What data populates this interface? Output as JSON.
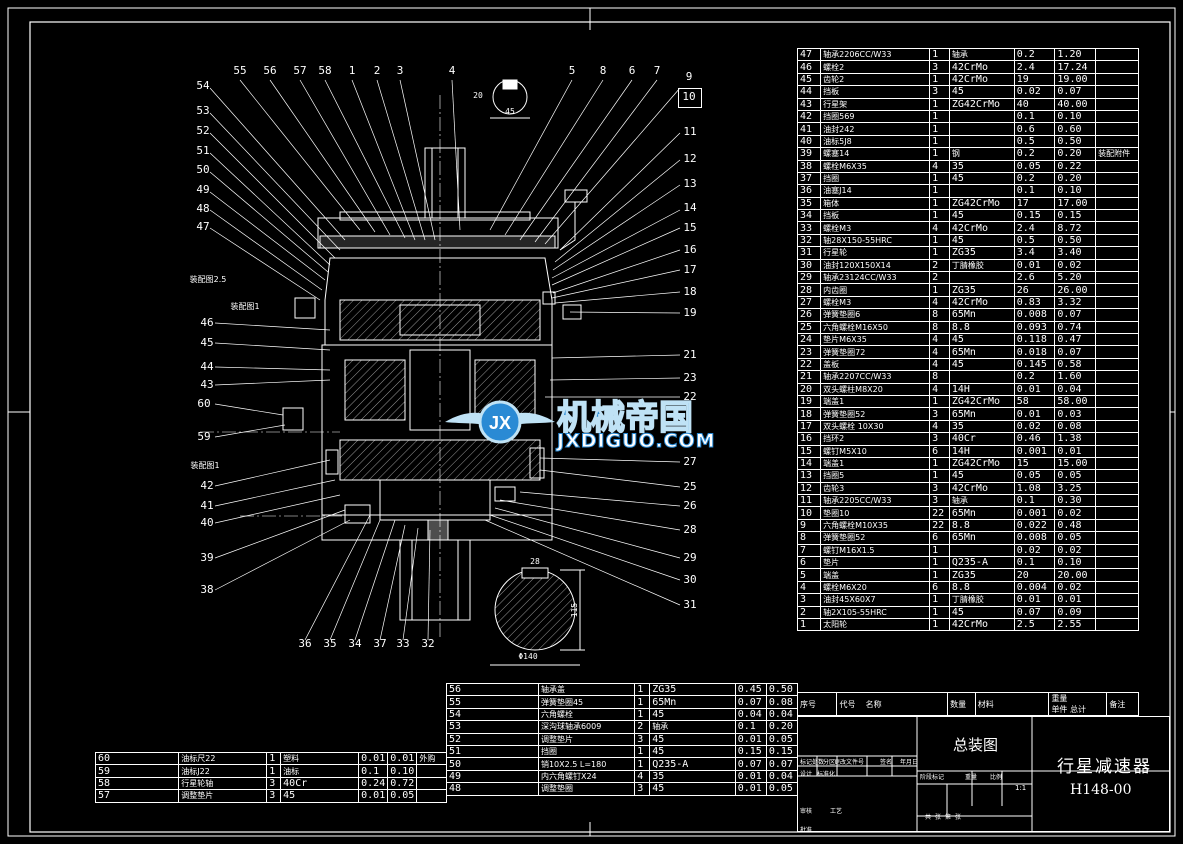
{
  "balloons_top": [
    "55",
    "56",
    "57",
    "58",
    "1",
    "2",
    "3",
    "4",
    "5",
    "8",
    "6",
    "7",
    "9",
    "10"
  ],
  "balloons_left": [
    "54",
    "53",
    "52",
    "51",
    "50",
    "49",
    "48",
    "47",
    "46",
    "45",
    "44",
    "43",
    "60",
    "59",
    "42",
    "41",
    "40",
    "39",
    "38"
  ],
  "balloons_right": [
    "11",
    "12",
    "13",
    "14",
    "15",
    "16",
    "17",
    "18",
    "19",
    "21",
    "23",
    "22",
    "27",
    "25",
    "26",
    "28",
    "29",
    "30",
    "31"
  ],
  "balloons_bottom": [
    "36",
    "35",
    "34",
    "37",
    "33",
    "32"
  ],
  "side_notes": [
    "装配图2.5",
    "装配图1",
    "装配图1"
  ],
  "dims": [
    "45",
    "20",
    "28",
    "115",
    "Φ140"
  ],
  "bom_main": [
    [
      "47",
      "轴承2206CC/W33",
      "1",
      "轴承",
      "0.2",
      "1.20",
      ""
    ],
    [
      "46",
      "螺栓2",
      "3",
      "42CrMo",
      "2.4",
      "17.24",
      ""
    ],
    [
      "45",
      "齿轮2",
      "1",
      "42CrMo",
      "19",
      "19.00",
      ""
    ],
    [
      "44",
      "挡板",
      "3",
      "45",
      "0.02",
      "0.07",
      ""
    ],
    [
      "43",
      "行星架",
      "1",
      "ZG42CrMo",
      "40",
      "40.00",
      ""
    ],
    [
      "42",
      "挡圈569",
      "1",
      "",
      "0.1",
      "0.10",
      ""
    ],
    [
      "41",
      "油封242",
      "1",
      "",
      "0.6",
      "0.60",
      ""
    ],
    [
      "40",
      "油标5J8",
      "1",
      "",
      "0.5",
      "0.50",
      ""
    ],
    [
      "39",
      "螺塞14",
      "1",
      "钢",
      "0.2",
      "0.20",
      "装配附件"
    ],
    [
      "38",
      "螺栓M6X35",
      "4",
      "35",
      "0.05",
      "0.22",
      ""
    ],
    [
      "37",
      "挡圈",
      "1",
      "45",
      "0.2",
      "0.20",
      ""
    ],
    [
      "36",
      "油塞J14",
      "1",
      "",
      "0.1",
      "0.10",
      ""
    ],
    [
      "35",
      "箱体",
      "1",
      "ZG42CrMo",
      "17",
      "17.00",
      ""
    ],
    [
      "34",
      "挡板",
      "1",
      "45",
      "0.15",
      "0.15",
      ""
    ],
    [
      "33",
      "螺栓M3",
      "4",
      "42CrMo",
      "2.4",
      "8.72",
      ""
    ],
    [
      "32",
      "轴28X150-55HRC",
      "1",
      "45",
      "0.5",
      "0.50",
      ""
    ],
    [
      "31",
      "行星轮",
      "1",
      "ZG35",
      "3.4",
      "3.40",
      ""
    ],
    [
      "30",
      "油封120X150X14",
      "2",
      "丁腈橡胶",
      "0.01",
      "0.02",
      ""
    ],
    [
      "29",
      "轴承23124CC/W33",
      "2",
      "",
      "2.6",
      "5.20",
      ""
    ],
    [
      "28",
      "内齿圈",
      "1",
      "ZG35",
      "26",
      "26.00",
      ""
    ],
    [
      "27",
      "螺栓M3",
      "4",
      "42CrMo",
      "0.83",
      "3.32",
      ""
    ],
    [
      "26",
      "弹簧垫圈6",
      "8",
      "65Mn",
      "0.008",
      "0.07",
      ""
    ],
    [
      "25",
      "六角螺栓M16X50",
      "8",
      "8.8",
      "0.093",
      "0.74",
      ""
    ],
    [
      "24",
      "垫片M6X35",
      "4",
      "45",
      "0.118",
      "0.47",
      ""
    ],
    [
      "23",
      "弹簧垫圈72",
      "4",
      "65Mn",
      "0.018",
      "0.07",
      ""
    ],
    [
      "22",
      "盖板",
      "4",
      "45",
      "0.145",
      "0.58",
      ""
    ],
    [
      "21",
      "轴承2207CC/W33",
      "8",
      "",
      "0.2",
      "1.60",
      ""
    ],
    [
      "20",
      "双头螺柱M8X20",
      "4",
      "14H",
      "0.01",
      "0.04",
      ""
    ],
    [
      "19",
      "端盖1",
      "1",
      "ZG42CrMo",
      "58",
      "58.00",
      ""
    ],
    [
      "18",
      "弹簧垫圈52",
      "3",
      "65Mn",
      "0.01",
      "0.03",
      ""
    ],
    [
      "17",
      "双头螺栓 10X30",
      "4",
      "35",
      "0.02",
      "0.08",
      ""
    ],
    [
      "16",
      "挡环2",
      "3",
      "40Cr",
      "0.46",
      "1.38",
      ""
    ],
    [
      "15",
      "螺钉M5X10",
      "6",
      "14H",
      "0.001",
      "0.01",
      ""
    ],
    [
      "14",
      "端盖1",
      "1",
      "ZG42CrMo",
      "15",
      "15.00",
      ""
    ],
    [
      "13",
      "挡圈5",
      "1",
      "45",
      "0.05",
      "0.05",
      ""
    ],
    [
      "12",
      "齿轮3",
      "3",
      "42CrMo",
      "1.08",
      "3.25",
      ""
    ],
    [
      "11",
      "轴承2205CC/W33",
      "3",
      "轴承",
      "0.1",
      "0.30",
      ""
    ],
    [
      "10",
      "垫圈10",
      "22",
      "65Mn",
      "0.001",
      "0.02",
      ""
    ],
    [
      "9",
      "六角螺栓M10X35",
      "22",
      "8.8",
      "0.022",
      "0.48",
      ""
    ],
    [
      "8",
      "弹簧垫圈52",
      "6",
      "65Mn",
      "0.008",
      "0.05",
      ""
    ],
    [
      "7",
      "螺钉M16X1.5",
      "1",
      "",
      "0.02",
      "0.02",
      ""
    ],
    [
      "6",
      "垫片",
      "1",
      "Q235-A",
      "0.1",
      "0.10",
      ""
    ],
    [
      "5",
      "端盖",
      "1",
      "ZG35",
      "20",
      "20.00",
      ""
    ],
    [
      "4",
      "螺栓M6X20",
      "6",
      "8.8",
      "0.004",
      "0.02",
      ""
    ],
    [
      "3",
      "油封45X60X7",
      "1",
      "丁腈橡胶",
      "0.01",
      "0.01",
      ""
    ],
    [
      "2",
      "轴2X105-55HRC",
      "1",
      "45",
      "0.07",
      "0.09",
      ""
    ],
    [
      "1",
      "太阳轮",
      "1",
      "42CrMo",
      "2.5",
      "2.55",
      ""
    ]
  ],
  "bom_mid": [
    [
      "56",
      "轴承盖",
      "1",
      "ZG35",
      "0.45",
      "0.50"
    ],
    [
      "55",
      "弹簧垫圈45",
      "1",
      "65Mn",
      "0.07",
      "0.08"
    ],
    [
      "54",
      "六角螺栓",
      "1",
      "45",
      "0.04",
      "0.04"
    ],
    [
      "53",
      "深沟球轴承6009",
      "2",
      "轴承",
      "0.1",
      "0.20"
    ],
    [
      "52",
      "调整垫片",
      "3",
      "45",
      "0.01",
      "0.05"
    ],
    [
      "51",
      "挡圈",
      "1",
      "45",
      "0.15",
      "0.15"
    ],
    [
      "50",
      "销10X2.5   L=180",
      "1",
      "Q235-A",
      "0.07",
      "0.07"
    ],
    [
      "49",
      "内六角螺钉X24",
      "4",
      "35",
      "0.01",
      "0.04"
    ],
    [
      "48",
      "调整垫圈",
      "3",
      "45",
      "0.01",
      "0.05"
    ]
  ],
  "bom_left": [
    [
      "60",
      "油标尺22",
      "1",
      "塑料",
      "0.01",
      "0.01",
      "外购"
    ],
    [
      "59",
      "油标J22",
      "1",
      "油标",
      "0.1",
      "0.10",
      ""
    ],
    [
      "58",
      "行星轮轴",
      "3",
      "40Cr",
      "0.24",
      "0.72",
      ""
    ],
    [
      "57",
      "调整垫片",
      "3",
      "45",
      "0.01",
      "0.05",
      ""
    ]
  ],
  "bom_header": [
    "序号",
    "代号",
    "名称",
    "数量",
    "材料",
    "单件",
    "总计",
    "备注"
  ],
  "bom_header_sub": "重量",
  "title_block": {
    "drawing_title": "总装图",
    "product_name": "行星减速器",
    "drawing_no": "H148-00",
    "small_labels": [
      "标记",
      "处数",
      "分区",
      "更改文件号",
      "签名",
      "年月日",
      "设计",
      "标准化",
      "审核",
      "工艺",
      "批准",
      "阶段标记",
      "重量",
      "比例",
      "共",
      "张",
      "第",
      "张"
    ],
    "scale": "1:1"
  },
  "watermark": {
    "cn": "机械帝国",
    "en": "JXDIGUO.COM"
  },
  "colors": {
    "background": "#000000",
    "line": "#ffffff",
    "watermark": "#2a8ad4",
    "hatch": "#ffffff"
  }
}
